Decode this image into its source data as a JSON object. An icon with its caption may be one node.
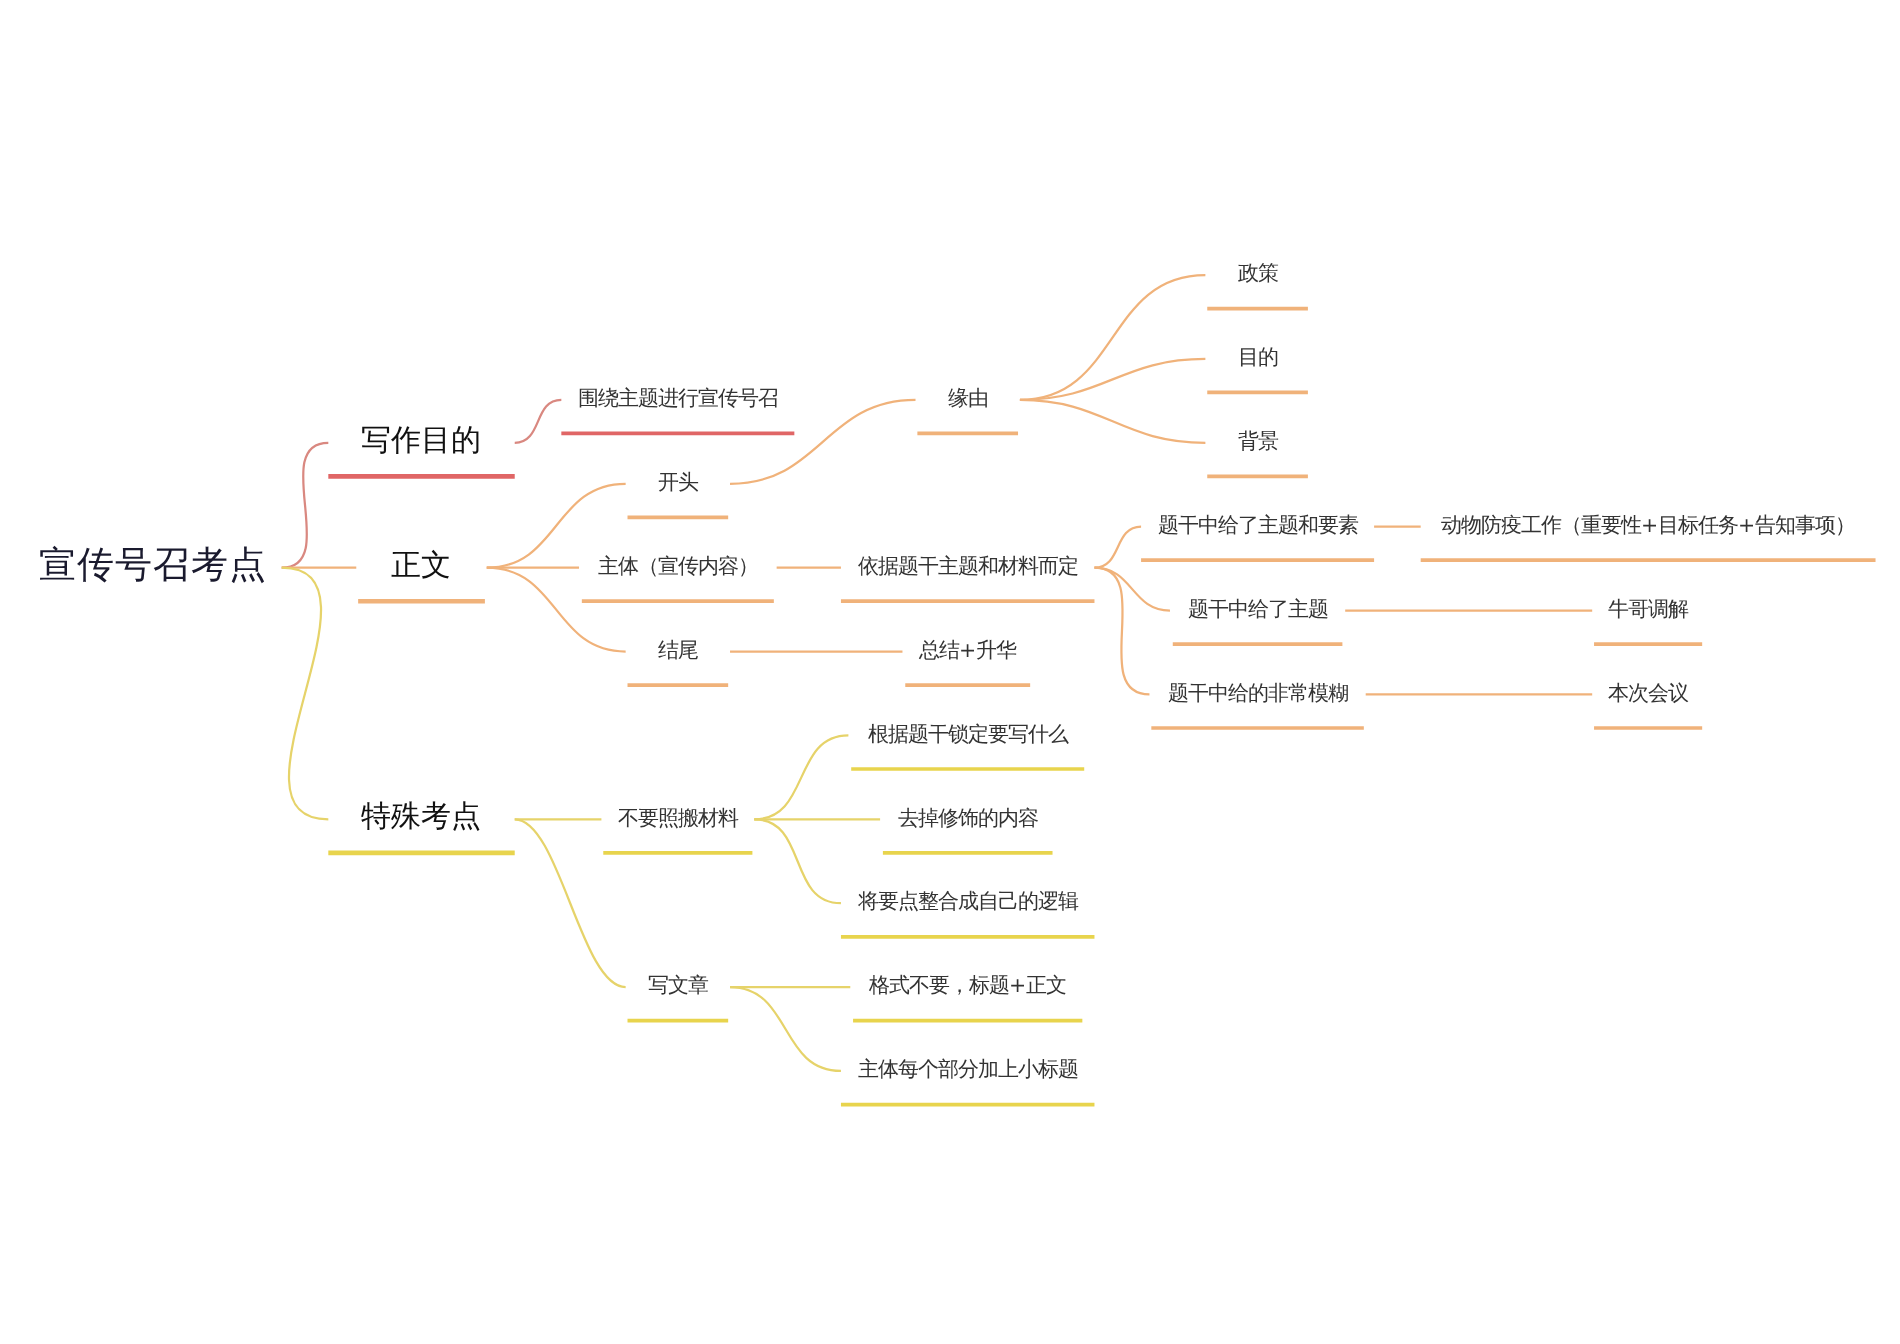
{
  "diagram": {
    "nodes": [
      {
        "text": [
          "宣传号召考点"
        ]
      },
      {
        "text": [
          "写作目的"
        ]
      },
      {
        "text": [
          "围绕主题进行宣传号召"
        ]
      },
      {
        "text": [
          "正文"
        ]
      },
      {
        "text": [
          "开头"
        ]
      },
      {
        "text": [
          "缘由"
        ]
      },
      {
        "text": [
          "政策"
        ]
      },
      {
        "text": [
          "目的"
        ]
      },
      {
        "text": [
          "背景"
        ]
      },
      {
        "text": [
          "主体（宣传内容）"
        ]
      },
      {
        "text": [
          "依据题干主题和材料而定"
        ]
      },
      {
        "text": [
          "题干中给了主题和要素"
        ]
      },
      {
        "text": [
          "动物防疫工作（重要性+目标任务+告知事项）"
        ]
      },
      {
        "text": [
          "题干中给了主题"
        ]
      },
      {
        "text": [
          "牛哥调解"
        ]
      },
      {
        "text": [
          "题干中给的非常模糊"
        ]
      },
      {
        "text": [
          "本次会议"
        ]
      },
      {
        "text": [
          "结尾"
        ]
      },
      {
        "text": [
          "总结+升华"
        ]
      },
      {
        "text": [
          "特殊考点"
        ]
      },
      {
        "text": [
          "不要照搬材料"
        ]
      },
      {
        "text": [
          "根据题干锁定要写什么"
        ]
      },
      {
        "text": [
          "去掉修饰的内容"
        ]
      },
      {
        "text": [
          "将要点整合成自己的逻辑"
        ]
      },
      {
        "text": [
          "写文章"
        ]
      },
      {
        "text": [
          "格式不要，标题+正文"
        ]
      },
      {
        "text": [
          "主体每个部分加上小标题"
        ]
      }
    ],
    "edges": [
      {
        "from": 0,
        "to": 1,
        "arrow": "none",
        "color": "#d98880"
      },
      {
        "from": 1,
        "to": 2,
        "arrow": "none",
        "color": "#d98880"
      },
      {
        "from": 0,
        "to": 3,
        "arrow": "none"
      },
      {
        "from": 3,
        "to": 4,
        "arrow": "none"
      },
      {
        "from": 4,
        "to": 5,
        "arrow": "none"
      },
      {
        "from": 5,
        "to": 6,
        "arrow": "none"
      },
      {
        "from": 5,
        "to": 7,
        "arrow": "none"
      },
      {
        "from": 5,
        "to": 8,
        "arrow": "none"
      },
      {
        "from": 3,
        "to": 9,
        "arrow": "none"
      },
      {
        "from": 9,
        "to": 10,
        "arrow": "none"
      },
      {
        "from": 10,
        "to": 11,
        "arrow": "none"
      },
      {
        "from": 11,
        "to": 12,
        "arrow": "none"
      },
      {
        "from": 10,
        "to": 13,
        "arrow": "none"
      },
      {
        "from": 13,
        "to": 14,
        "arrow": "none"
      },
      {
        "from": 10,
        "to": 15,
        "arrow": "none"
      },
      {
        "from": 15,
        "to": 16,
        "arrow": "none"
      },
      {
        "from": 3,
        "to": 17,
        "arrow": "none"
      },
      {
        "from": 17,
        "to": 18,
        "arrow": "none"
      },
      {
        "from": 0,
        "to": 19,
        "arrow": "none",
        "color": "#e6d36a"
      },
      {
        "from": 19,
        "to": 20,
        "arrow": "none",
        "color": "#e6d36a"
      },
      {
        "from": 20,
        "to": 21,
        "arrow": "none",
        "color": "#e6d36a"
      },
      {
        "from": 20,
        "to": 22,
        "arrow": "none",
        "color": "#e6d36a"
      },
      {
        "from": 20,
        "to": 23,
        "arrow": "none",
        "color": "#e6d36a"
      },
      {
        "from": 19,
        "to": 24,
        "arrow": "none",
        "color": "#e6d36a"
      },
      {
        "from": 24,
        "to": 25,
        "arrow": "none",
        "color": "#e6d36a"
      },
      {
        "from": 24,
        "to": 26,
        "arrow": "none",
        "color": "#e6d36a"
      }
    ]
  }
}
